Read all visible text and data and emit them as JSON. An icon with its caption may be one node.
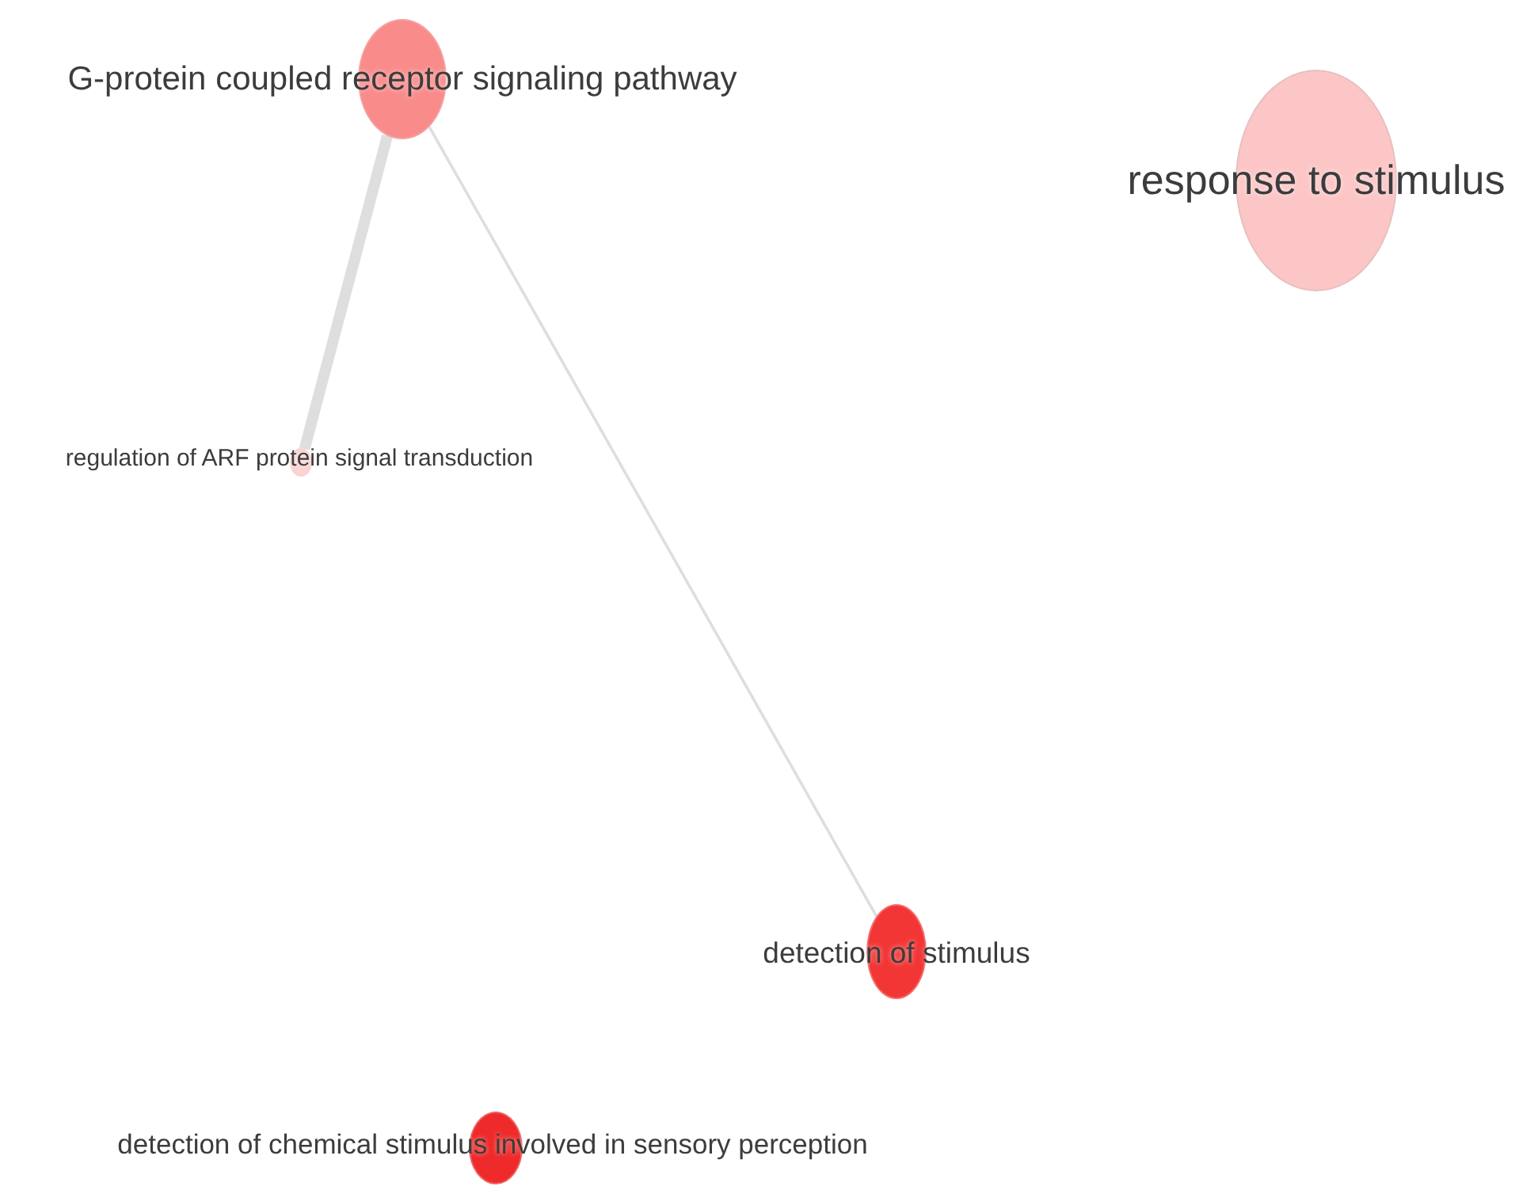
{
  "diagram": {
    "nodes": [
      {
        "text": [
          "G-protein coupled receptor signaling pathway"
        ]
      },
      {
        "text": [
          "response to stimulus"
        ]
      },
      {
        "text": [
          "regulation of ARF protein signal transduction"
        ]
      },
      {
        "text": [
          "detection of stimulus"
        ]
      },
      {
        "text": [
          "detection of chemical stimulus involved in sensory perception"
        ]
      }
    ],
    "edges": [
      {
        "from": 0,
        "to": 2,
        "arrow": "none",
        "style": "thick"
      },
      {
        "from": 0,
        "to": 3,
        "arrow": "none"
      }
    ]
  }
}
